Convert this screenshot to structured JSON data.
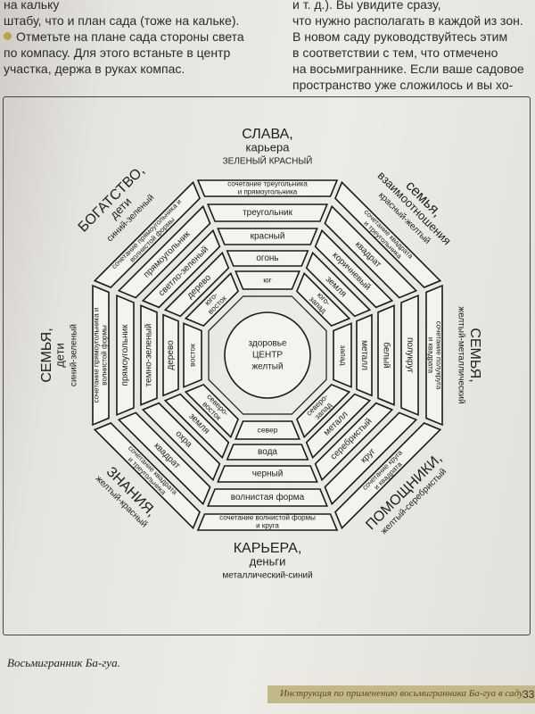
{
  "top_text": {
    "left_lines": [
      "на кальку",
      "штабу, что и план сада (тоже на кальке).",
      "Отметьте на плане сада стороны света",
      "по компасу. Для этого встаньте в центр",
      "участка, держа в руках компас."
    ],
    "right_lines": [
      "и т. д.). Вы увидите сразу,",
      "что нужно располагать в каждой из зон.",
      "В новом саду руководствуйтесь этим",
      "в соответствии с тем, что отмечено",
      "на восьмиграннике. Если ваше садовое",
      "пространство уже сложилось и вы хо-"
    ]
  },
  "center": {
    "line1": "здоровье",
    "line2": "ЦЕНТР",
    "line3": "желтый"
  },
  "outer_titles": {
    "n": [
      "СЛАВА,",
      "карьера",
      "ЗЕЛЕНЫЙ КРАСНЫЙ"
    ],
    "ne": [
      "семья,",
      "взаимоотношения",
      "красный-желтый"
    ],
    "e": [
      "СЕМЬЯ,",
      "желтый-металлический"
    ],
    "se": [
      "ПОМОЩНИКИ,",
      "желтый-серебристый"
    ],
    "s": [
      "КАРЬЕРА,",
      "деньги",
      "металлический-синий"
    ],
    "sw": [
      "ЗНАНИЯ,",
      "желтый-красный"
    ],
    "w": [
      "СЕМЬЯ,",
      "дети",
      "синий-зеленый"
    ],
    "nw": [
      "БОГАТСТВО,",
      "дети",
      "синий-зеленый"
    ]
  },
  "sectors": {
    "n": {
      "combo": "сочетание треугольника и прямоугольника",
      "shape": "треугольник",
      "color": "красный",
      "element": "огонь",
      "direction": "юг"
    },
    "ne": {
      "combo": "сочетание квадрата и треугольника",
      "shape": "квадрат",
      "color": "коричневый",
      "element": "земля",
      "direction": "юго-запад"
    },
    "e": {
      "combo": "сочетание полукруга и квадрата",
      "shape": "полукруг",
      "color": "белый",
      "element": "металл",
      "direction": "запад"
    },
    "se": {
      "combo": "сочетание круга и квадрата",
      "shape": "круг",
      "color": "серебристый",
      "element": "металл",
      "direction": "северо-запад"
    },
    "s": {
      "combo": "сочетание волнистой формы и круга",
      "shape": "волнистая форма",
      "color": "черный",
      "element": "вода",
      "direction": "север"
    },
    "sw": {
      "combo": "сочетание квадрата и треугольника",
      "shape": "квадрат",
      "color": "охра",
      "element": "земля",
      "direction": "северо-восток"
    },
    "w": {
      "combo": "сочетание прямоугольника и волнистой формы",
      "shape": "прямоугольник",
      "color": "темно-зеленый",
      "element": "дерево",
      "direction": "восток"
    },
    "nw": {
      "combo": "сочетание прямоугольника и волнистой формы",
      "shape": "прямоугольник",
      "color": "светло-зеленый",
      "element": "дерево",
      "direction": "юго-восток"
    }
  },
  "caption": "Восьмигранник Ба-гуа.",
  "footer": "Инструкция по применению восьмигранника Ба-гуа в саду",
  "page_number": "33"
}
